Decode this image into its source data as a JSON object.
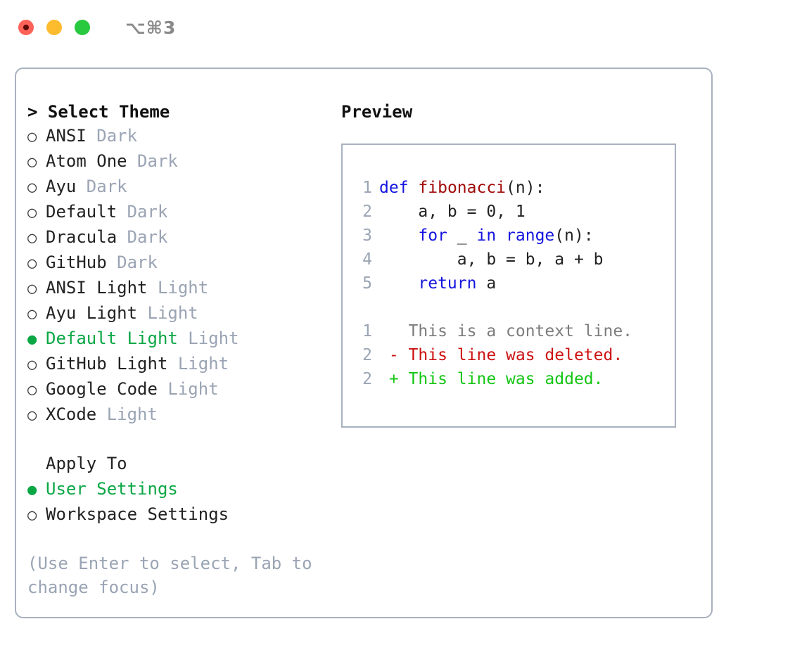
{
  "window": {
    "shortcut_label": "⌥⌘3",
    "traffic_lights": [
      {
        "name": "close",
        "color": "#ff6259"
      },
      {
        "name": "minimize",
        "color": "#fdbc2e"
      },
      {
        "name": "zoom",
        "color": "#28c83f"
      }
    ]
  },
  "theme_list": {
    "header": "> Select Theme",
    "items": [
      {
        "bullet": "○",
        "label": "ANSI",
        "suffix": "Dark",
        "selected": false
      },
      {
        "bullet": "○",
        "label": "Atom One",
        "suffix": "Dark",
        "selected": false
      },
      {
        "bullet": "○",
        "label": "Ayu",
        "suffix": "Dark",
        "selected": false
      },
      {
        "bullet": "○",
        "label": "Default",
        "suffix": "Dark",
        "selected": false
      },
      {
        "bullet": "○",
        "label": "Dracula",
        "suffix": "Dark",
        "selected": false
      },
      {
        "bullet": "○",
        "label": "GitHub",
        "suffix": "Dark",
        "selected": false
      },
      {
        "bullet": "○",
        "label": "ANSI Light",
        "suffix": "Light",
        "selected": false
      },
      {
        "bullet": "○",
        "label": "Ayu Light",
        "suffix": "Light",
        "selected": false
      },
      {
        "bullet": "●",
        "label": "Default Light",
        "suffix": "Light",
        "selected": true
      },
      {
        "bullet": "○",
        "label": "GitHub Light",
        "suffix": "Light",
        "selected": false
      },
      {
        "bullet": "○",
        "label": "Google Code",
        "suffix": "Light",
        "selected": false
      },
      {
        "bullet": "○",
        "label": "XCode",
        "suffix": "Light",
        "selected": false
      }
    ]
  },
  "apply_to": {
    "header": "Apply To",
    "items": [
      {
        "bullet": "●",
        "label": "User Settings",
        "selected": true
      },
      {
        "bullet": "○",
        "label": "Workspace Settings",
        "selected": false
      }
    ]
  },
  "hint": "(Use Enter to select, Tab to change focus)",
  "preview": {
    "title": "Preview",
    "code_lines": [
      {
        "num": "1",
        "tokens": [
          {
            "t": "def",
            "c": "kw"
          },
          {
            "t": " ",
            "c": "code"
          },
          {
            "t": "fibonacci",
            "c": "fn"
          },
          {
            "t": "(n):",
            "c": "code"
          }
        ]
      },
      {
        "num": "2",
        "tokens": [
          {
            "t": "    a, b = 0, 1",
            "c": "code"
          }
        ]
      },
      {
        "num": "3",
        "tokens": [
          {
            "t": "    ",
            "c": "code"
          },
          {
            "t": "for",
            "c": "kw"
          },
          {
            "t": " _ ",
            "c": "code"
          },
          {
            "t": "in",
            "c": "kw"
          },
          {
            "t": " ",
            "c": "code"
          },
          {
            "t": "range",
            "c": "kw"
          },
          {
            "t": "(n):",
            "c": "code"
          }
        ]
      },
      {
        "num": "4",
        "tokens": [
          {
            "t": "        a, b = b, a + b",
            "c": "code"
          }
        ]
      },
      {
        "num": "5",
        "tokens": [
          {
            "t": "    ",
            "c": "code"
          },
          {
            "t": "return",
            "c": "kw"
          },
          {
            "t": " a",
            "c": "code"
          }
        ]
      }
    ],
    "diff_lines": [
      {
        "num": "1",
        "marker": " ",
        "text": " This is a context line.",
        "kind": "ctx"
      },
      {
        "num": "2",
        "marker": "-",
        "text": " This line was deleted.",
        "kind": "del"
      },
      {
        "num": "2",
        "marker": "+",
        "text": " This line was added.",
        "kind": "add"
      }
    ]
  },
  "colors": {
    "accent_green": "#0aa744",
    "muted": "#9aa4b4",
    "border": "#a7b1c0",
    "keyword_blue": "#1414e0",
    "function_red": "#a10a0a",
    "diff_deleted": "#cc1111",
    "diff_added": "#14c514"
  }
}
